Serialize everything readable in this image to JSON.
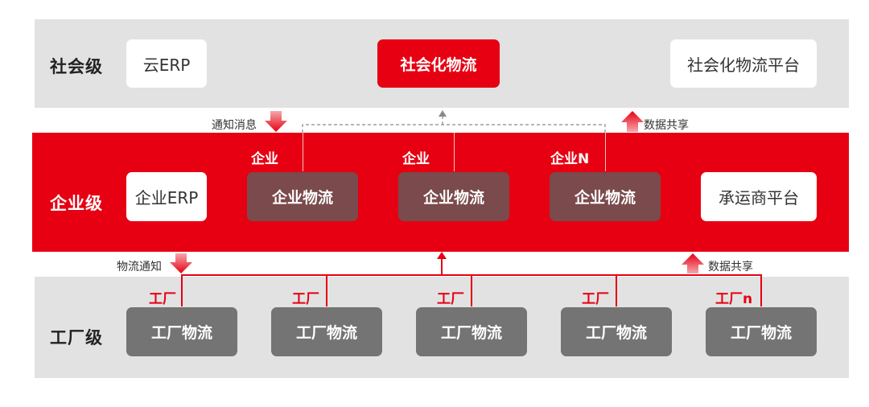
{
  "social": {
    "label": "社会级",
    "cloud_erp": "云ERP",
    "social_logistics": "社会化物流",
    "platform": "社会化物流平台"
  },
  "enterprise": {
    "label": "企业级",
    "erp": "企业ERP",
    "tags": [
      "企业",
      "企业",
      "企业N"
    ],
    "logistics": [
      "企业物流",
      "企业物流",
      "企业物流"
    ],
    "carrier_platform": "承运商平台"
  },
  "factory": {
    "label": "工厂级",
    "tags": [
      "工厂",
      "工厂",
      "工厂",
      "工厂",
      "工厂n"
    ],
    "logistics": [
      "工厂物流",
      "工厂物流",
      "工厂物流",
      "工厂物流",
      "工厂物流"
    ]
  },
  "flows": {
    "notify_message": "通知消息",
    "data_share_top": "数据共享",
    "logistics_notify": "物流通知",
    "data_share_bottom": "数据共享"
  },
  "colors": {
    "brand_red": "#e60012",
    "band_gray": "#e2e2e2",
    "enterprise_box": "#7a4a4c",
    "factory_box": "#747474",
    "arrow_gradient_top": "#f7a7ad",
    "dashed_line": "#8a8a8a"
  }
}
